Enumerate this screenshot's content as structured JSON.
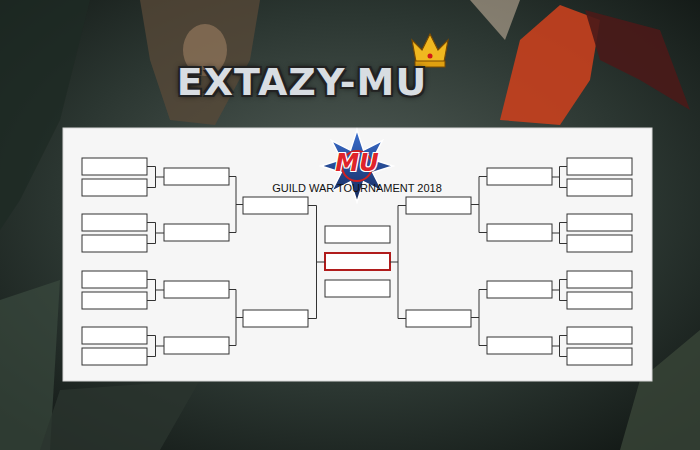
{
  "diagram": {
    "title": "GUILD WAR TOURNAMENT 2018",
    "labels": [
      "EXTAZY-MU",
      "MU"
    ]
  }
}
